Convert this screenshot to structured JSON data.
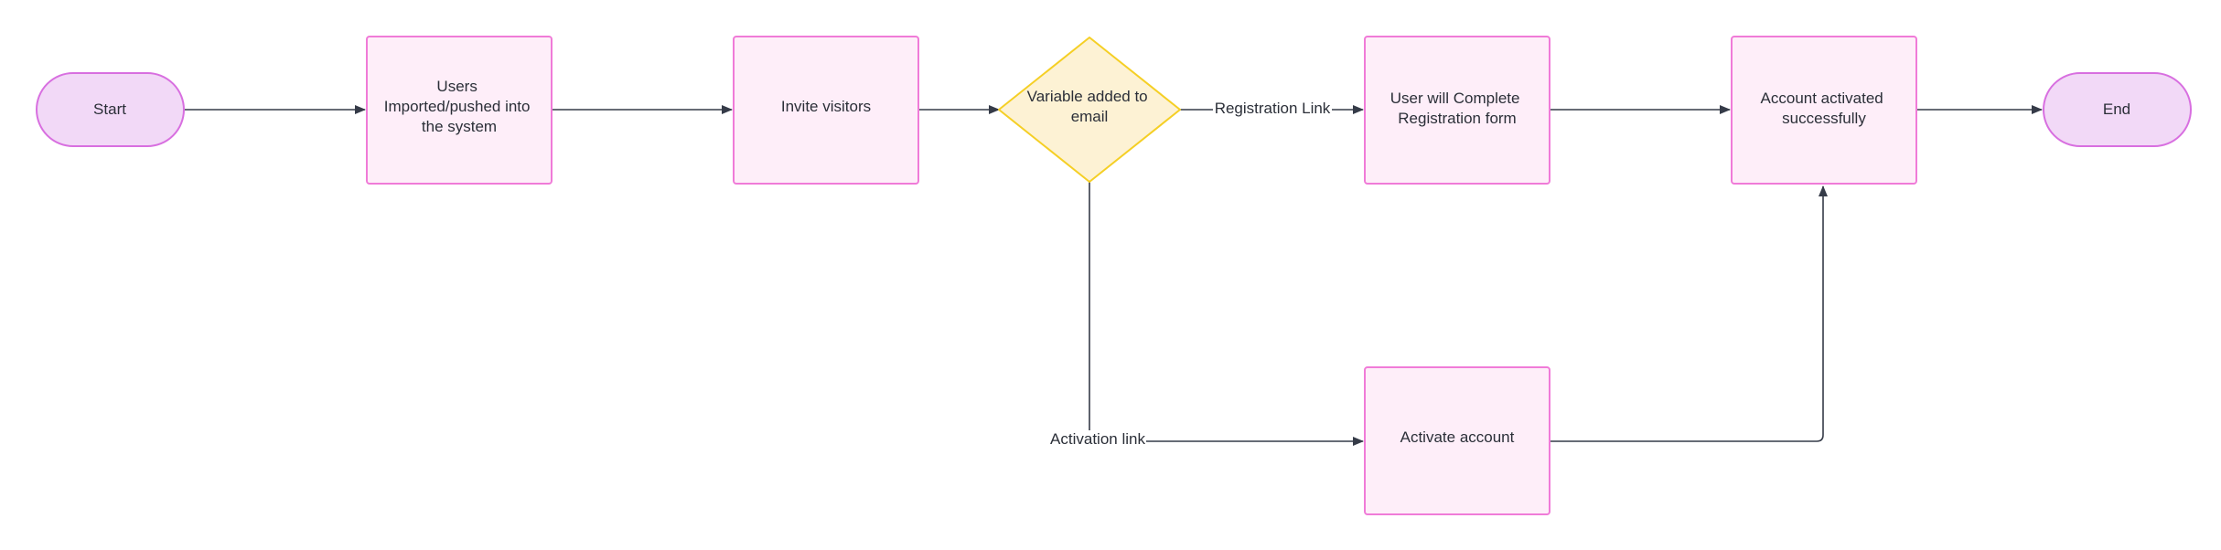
{
  "colors": {
    "terminal_fill": "#f2d9f7",
    "terminal_stroke": "#d86fe0",
    "process_fill": "#feeef9",
    "process_stroke": "#f07bd8",
    "decision_fill": "#fdf2d4",
    "decision_stroke": "#f5cf25",
    "edge": "#353b48",
    "text": "#2b2f38"
  },
  "nodes": {
    "start": {
      "label": "Start"
    },
    "users_imported": {
      "lines": [
        "Users",
        "Imported/pushed into",
        "the system"
      ]
    },
    "invite_visitors": {
      "label": "Invite visitors"
    },
    "variable_added": {
      "lines": [
        "Variable added to",
        "email"
      ]
    },
    "complete_registration": {
      "lines": [
        "User will Complete",
        "Registration form"
      ]
    },
    "account_activated": {
      "lines": [
        "Account activated",
        "successfully"
      ]
    },
    "activate_account": {
      "label": "Activate account"
    },
    "end": {
      "label": "End"
    }
  },
  "edges": {
    "registration_link": "Registration Link",
    "activation_link": "Activation link"
  }
}
